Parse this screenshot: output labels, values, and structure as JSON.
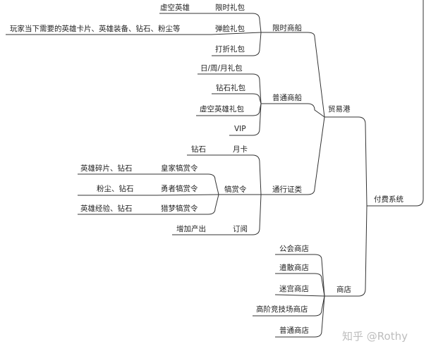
{
  "root": "付费系统",
  "trade_port": {
    "label": "贸易港",
    "limited_ship": {
      "label": "限时商船",
      "items": [
        "限时礼包",
        "弹脸礼包",
        "打折礼包"
      ],
      "notes": {
        "limited_pack": "虚空英雄",
        "popup_pack": "玩家当下需要的英雄卡片、英雄装备、钻石、粉尘等"
      }
    },
    "normal_ship": {
      "label": "普通商船",
      "items": [
        "日/周/月礼包",
        "钻石礼包",
        "虚空英雄礼包",
        "VIP"
      ]
    },
    "pass": {
      "label": "通行证类",
      "monthly_card": "月卡",
      "monthly_card_note": "钻石",
      "reward_order": "犒赏令",
      "orders": [
        "皇家犒赏令",
        "勇者犒赏令",
        "猎梦犒赏令"
      ],
      "order_notes": [
        "英雄碎片、钻石",
        "粉尘、钻石",
        "英雄经验、钻石"
      ],
      "subscription": "订阅",
      "subscription_note": "增加产出"
    }
  },
  "shop": {
    "label": "商店",
    "items": [
      "公会商店",
      "遣散商店",
      "迷宫商店",
      "高阶竞技场商店",
      "普通商店"
    ]
  },
  "watermark": "知乎 @Rothy"
}
